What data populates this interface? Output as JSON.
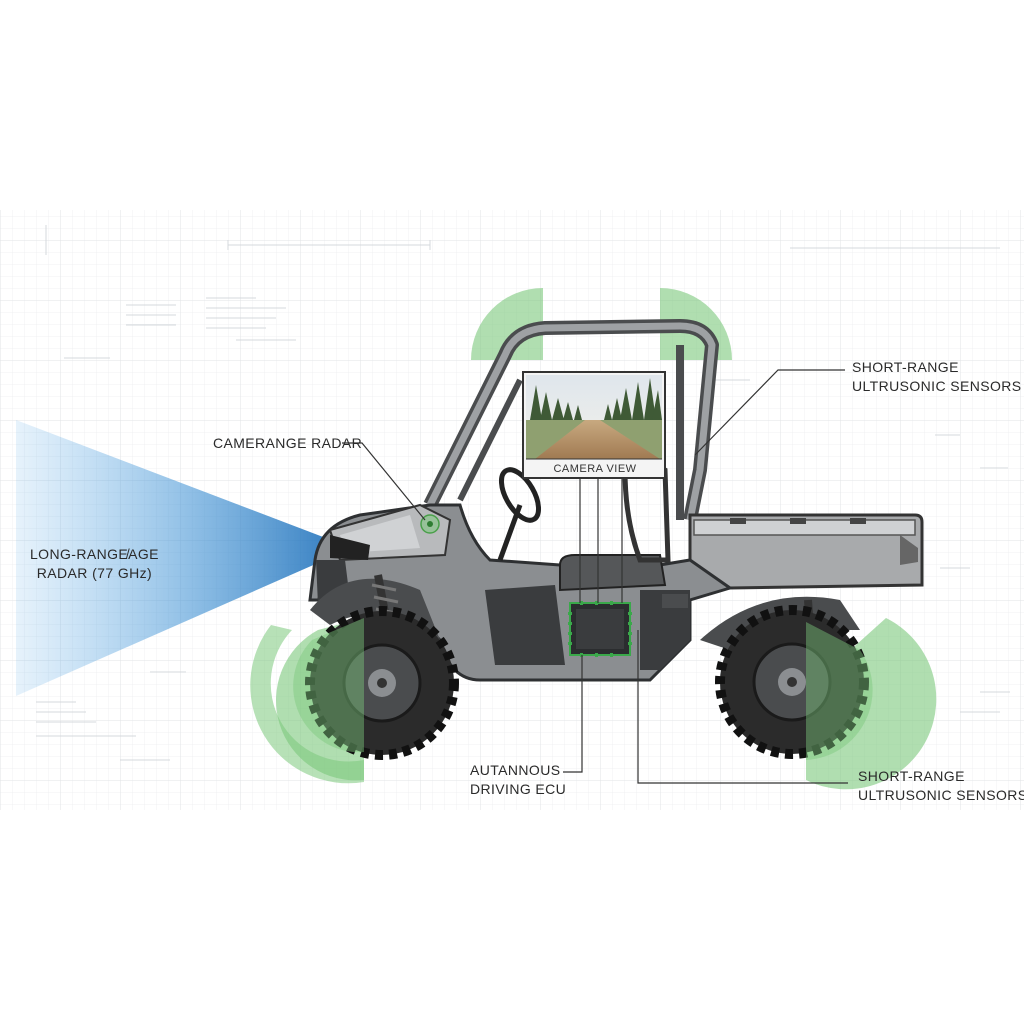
{
  "labels": {
    "camera_radar": "CAMERANGE RADAR",
    "short_range_top": [
      "SHORT-RANGE",
      "ULTRUSONIC SENSORS"
    ],
    "long_range": [
      "LONG-RANGE̸AGE",
      "RADAR (77 GHz)"
    ],
    "ecu": [
      "AUTANNOUS",
      "DRIVING ECU"
    ],
    "short_range_bottom": [
      "SHORT-RANGE",
      "ULTRUSONIC SENSORS"
    ],
    "camera_view": "CAMERA VIEW"
  },
  "colors": {
    "radar_beam": "#1f7bc4",
    "sensor_zone": "#7cc87c",
    "ecu_outline": "#3aa84a",
    "vehicle_body": "#9a9c9e",
    "vehicle_dark": "#3a3c3e",
    "grid": "#e6e8ea",
    "leader_line": "#333333"
  }
}
